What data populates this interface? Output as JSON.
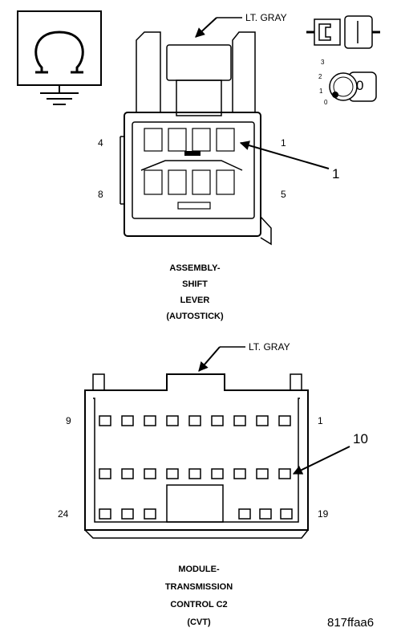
{
  "ground_symbol": {
    "icon": "ohm-ground-icon"
  },
  "connector1": {
    "color_label": "LT. GRAY",
    "pins": {
      "top_left": "4",
      "top_right": "1",
      "bottom_left": "8",
      "bottom_right": "5"
    },
    "callout": "1",
    "title": [
      "ASSEMBLY-",
      "SHIFT",
      "LEVER",
      "(AUTOSTICK)"
    ]
  },
  "terminal_icon": {
    "icon": "terminal-key-icon",
    "numbers": [
      "3",
      "2",
      "1",
      "0"
    ],
    "key_label": "0"
  },
  "connector2": {
    "color_label": "LT. GRAY",
    "pins": {
      "top_left": "9",
      "top_right": "1",
      "bottom_left": "24",
      "bottom_right": "19"
    },
    "callout": "10",
    "title": [
      "MODULE-",
      "TRANSMISSION",
      "CONTROL C2",
      "(CVT)"
    ]
  },
  "figure_id": "817ffaa6"
}
